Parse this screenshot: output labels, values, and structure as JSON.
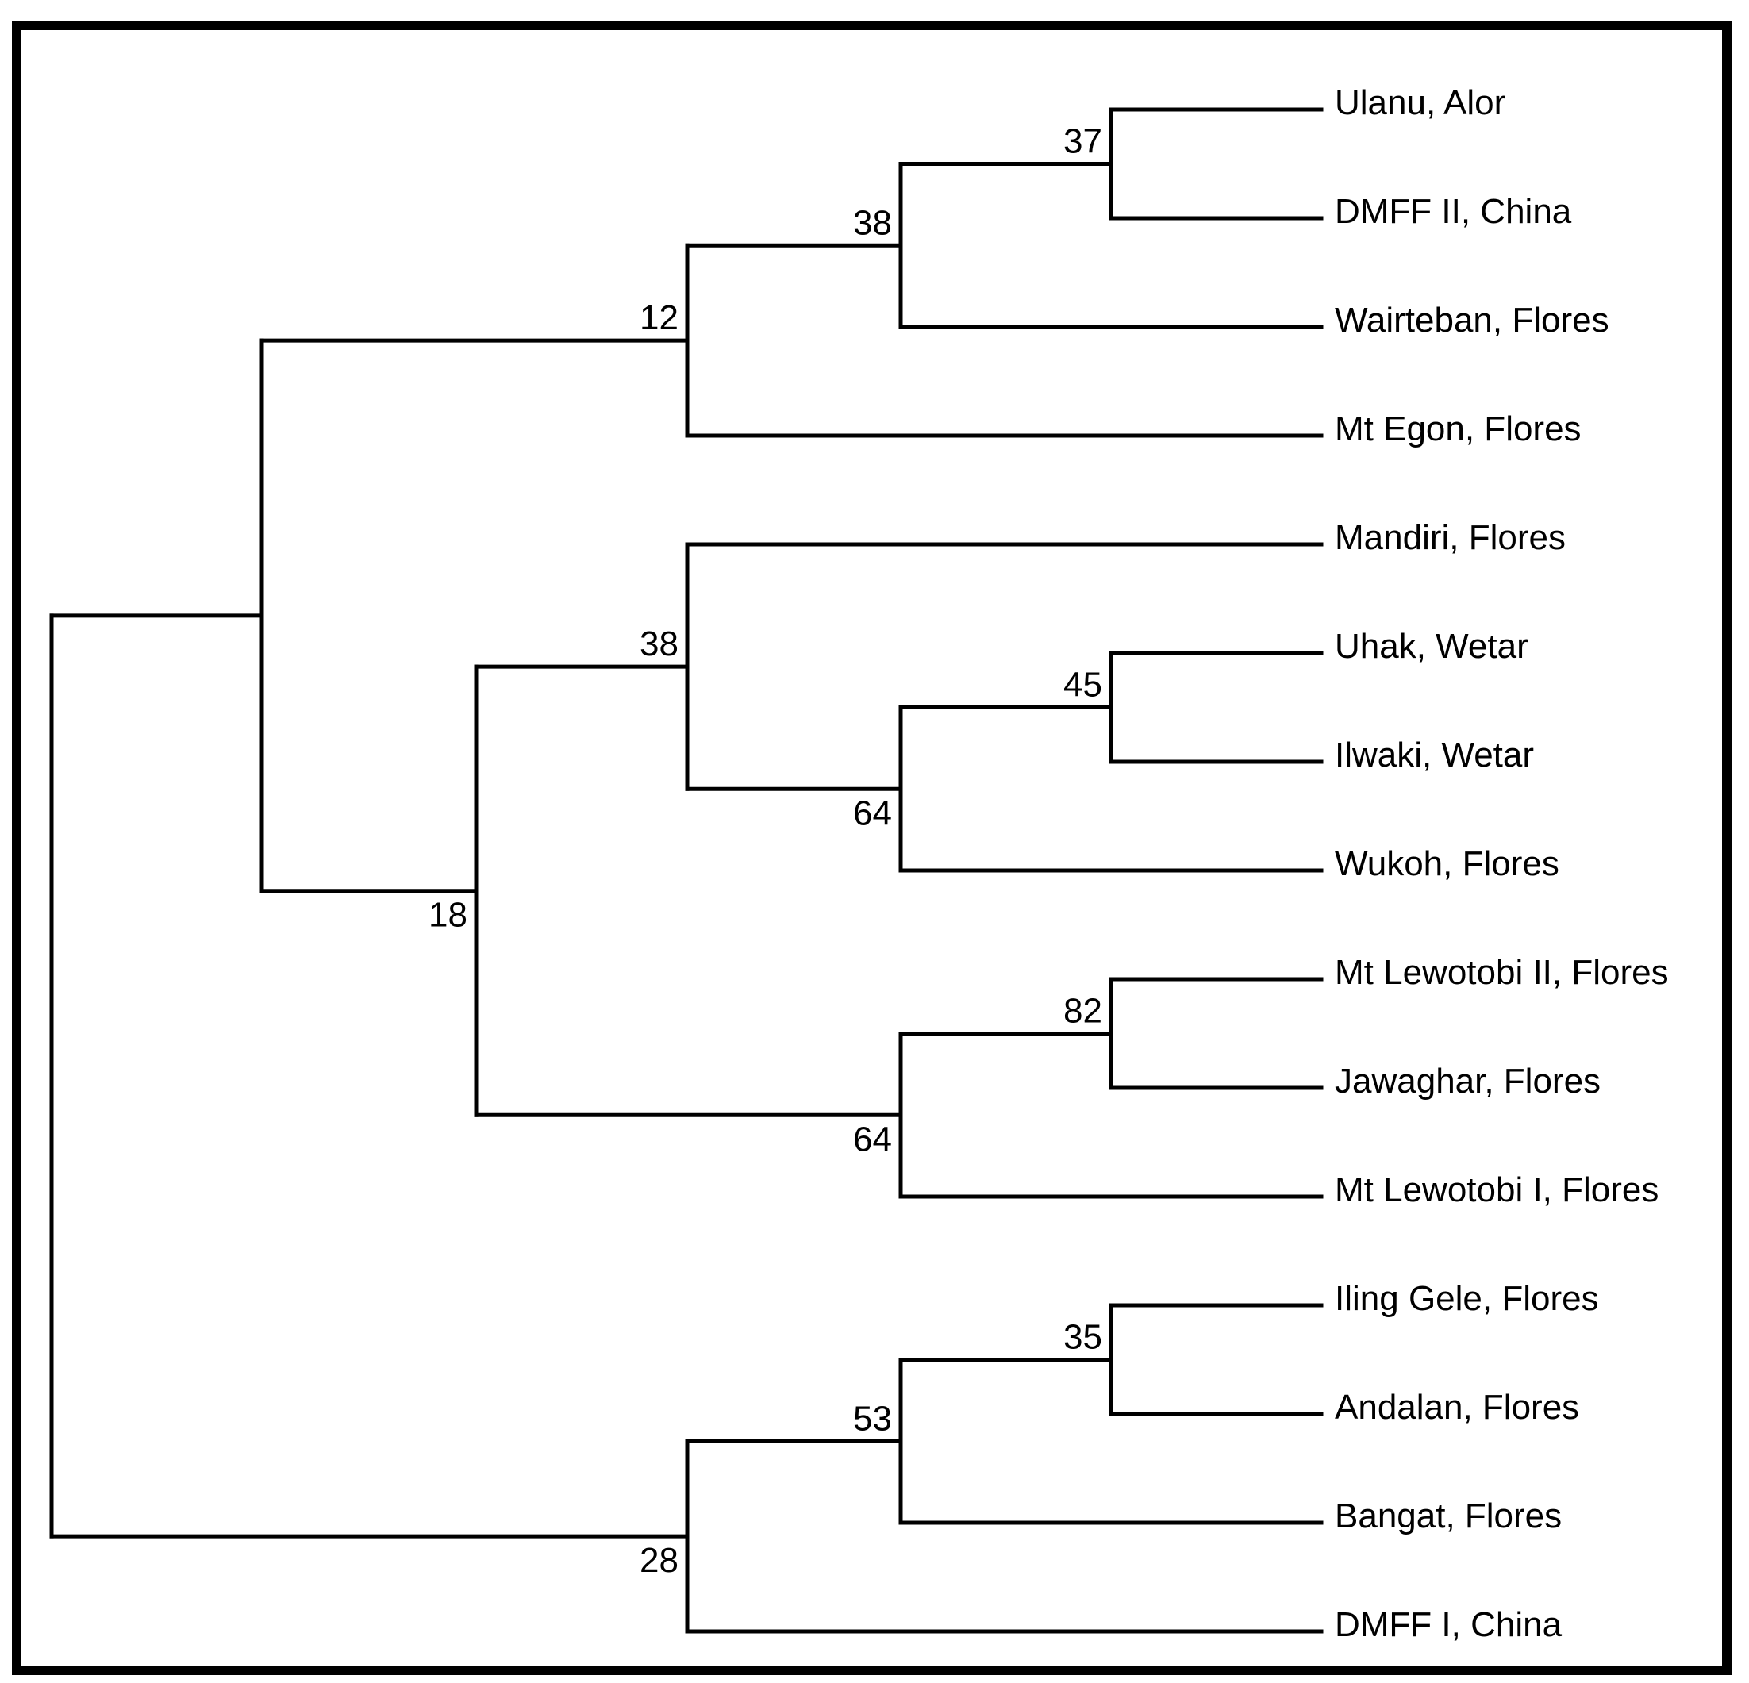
{
  "figure": {
    "type": "phylogenetic-tree",
    "style": "rectangular cladogram with bootstrap support values at internal nodes",
    "background_color": "#ffffff",
    "line_color": "#000000",
    "text_color": "#000000",
    "frame_color": "#000000",
    "leaf_count": 15
  },
  "tree": {
    "name": "root",
    "children": [
      {
        "children": [
          {
            "bootstrap": "12",
            "children": [
              {
                "bootstrap": "38",
                "children": [
                  {
                    "bootstrap": "37",
                    "children": [
                      {
                        "leaf": "Ulanu, Alor"
                      },
                      {
                        "leaf": "DMFF II, China"
                      }
                    ]
                  },
                  {
                    "leaf": "Wairteban, Flores"
                  }
                ]
              },
              {
                "leaf": "Mt Egon, Flores"
              }
            ]
          },
          {
            "bootstrap": "18",
            "children": [
              {
                "bootstrap": "38",
                "children": [
                  {
                    "leaf": "Mandiri, Flores"
                  },
                  {
                    "bootstrap": "64",
                    "children": [
                      {
                        "bootstrap": "45",
                        "children": [
                          {
                            "leaf": "Uhak, Wetar"
                          },
                          {
                            "leaf": "Ilwaki, Wetar"
                          }
                        ]
                      },
                      {
                        "leaf": "Wukoh, Flores"
                      }
                    ]
                  }
                ]
              },
              {
                "bootstrap": "64",
                "children": [
                  {
                    "bootstrap": "82",
                    "children": [
                      {
                        "leaf": "Mt Lewotobi II, Flores"
                      },
                      {
                        "leaf": "Jawaghar, Flores"
                      }
                    ]
                  },
                  {
                    "leaf": "Mt Lewotobi I, Flores"
                  }
                ]
              }
            ]
          }
        ]
      },
      {
        "bootstrap": "28",
        "children": [
          {
            "bootstrap": "53",
            "children": [
              {
                "bootstrap": "35",
                "children": [
                  {
                    "leaf": "Iling Gele, Flores"
                  },
                  {
                    "leaf": "Andalan, Flores"
                  }
                ]
              },
              {
                "leaf": "Bangat, Flores"
              }
            ]
          },
          {
            "leaf": "DMFF I, China"
          }
        ]
      }
    ]
  }
}
